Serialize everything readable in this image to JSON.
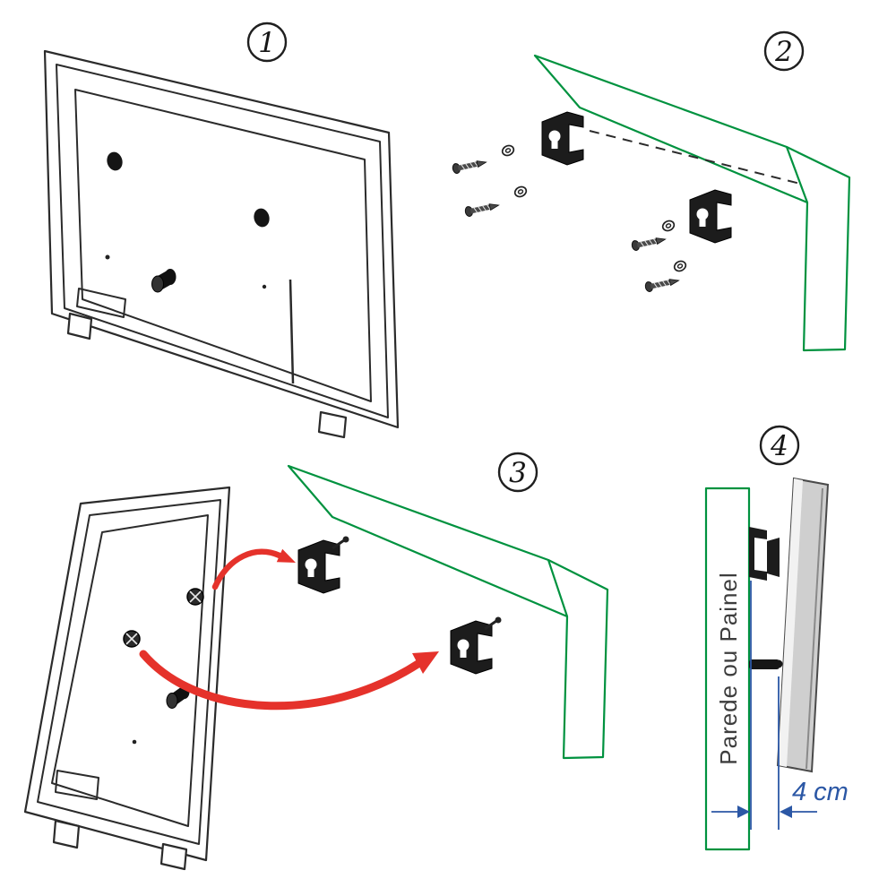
{
  "diagram": {
    "steps": [
      {
        "number": "1"
      },
      {
        "number": "2"
      },
      {
        "number": "3"
      },
      {
        "number": "4"
      }
    ],
    "step4": {
      "wall_label": "Parede ou Painel",
      "dimension_label": "4 cm"
    },
    "colors": {
      "wall_green": "#00923F",
      "arrow_red": "#E5322B",
      "dimension_blue": "#2B57A5",
      "outline": "#2B2B2B",
      "bracket_black": "#1C1C1C",
      "tv_gray": "#CFCFCF"
    }
  }
}
